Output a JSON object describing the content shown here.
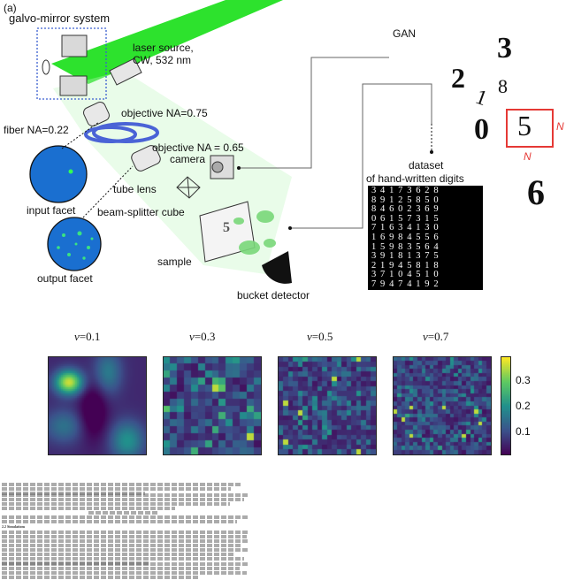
{
  "figure": {
    "panel_tag": "(a)",
    "labels": {
      "galvo": "galvo-mirror system",
      "laser": "laser source,",
      "laser_spec": "CW, 532 nm",
      "obj1": "objective NA=0.75",
      "fiber": "fiber NA=0.22",
      "obj2": "objective NA = 0.65",
      "camera": "camera",
      "tube_lens": "tube lens",
      "input_facet": "input facet",
      "beam_splitter": "beam-splitter cube",
      "output_facet": "output facet",
      "sample": "sample",
      "bucket": "bucket detector",
      "gan": "GAN",
      "dataset": "dataset",
      "dataset2": "of hand-written digits",
      "n_right": "N",
      "n_bottom": "N"
    },
    "digits": {
      "d3": "3",
      "d2": "2",
      "d8": "8",
      "d1": "1",
      "d0": "0",
      "d5": "5",
      "d6": "6"
    },
    "mnist_rows": [
      "34173628",
      "89125850",
      "84602369",
      "06157315",
      "71634130",
      "16984556",
      "15983564",
      "39181375",
      "21945818",
      "37104510",
      "79474192"
    ],
    "colors": {
      "beam": "#22dd22",
      "facet": "#1a6fd0",
      "fiber": "#4a63d6",
      "box_red": "#e53935",
      "dotbox": "#3a5fd0"
    }
  },
  "heatmaps": {
    "titles": [
      "ν=0.1",
      "ν=0.3",
      "ν=0.5",
      "ν=0.7"
    ],
    "nu_values": [
      "0.1",
      "0.3",
      "0.5",
      "0.7"
    ],
    "colorbar_ticks": [
      "0.3",
      "0.2",
      "0.1"
    ],
    "colormap": "viridis",
    "range": [
      0.0,
      0.38
    ]
  },
  "caption": {
    "section": "2.2  Simulations"
  }
}
